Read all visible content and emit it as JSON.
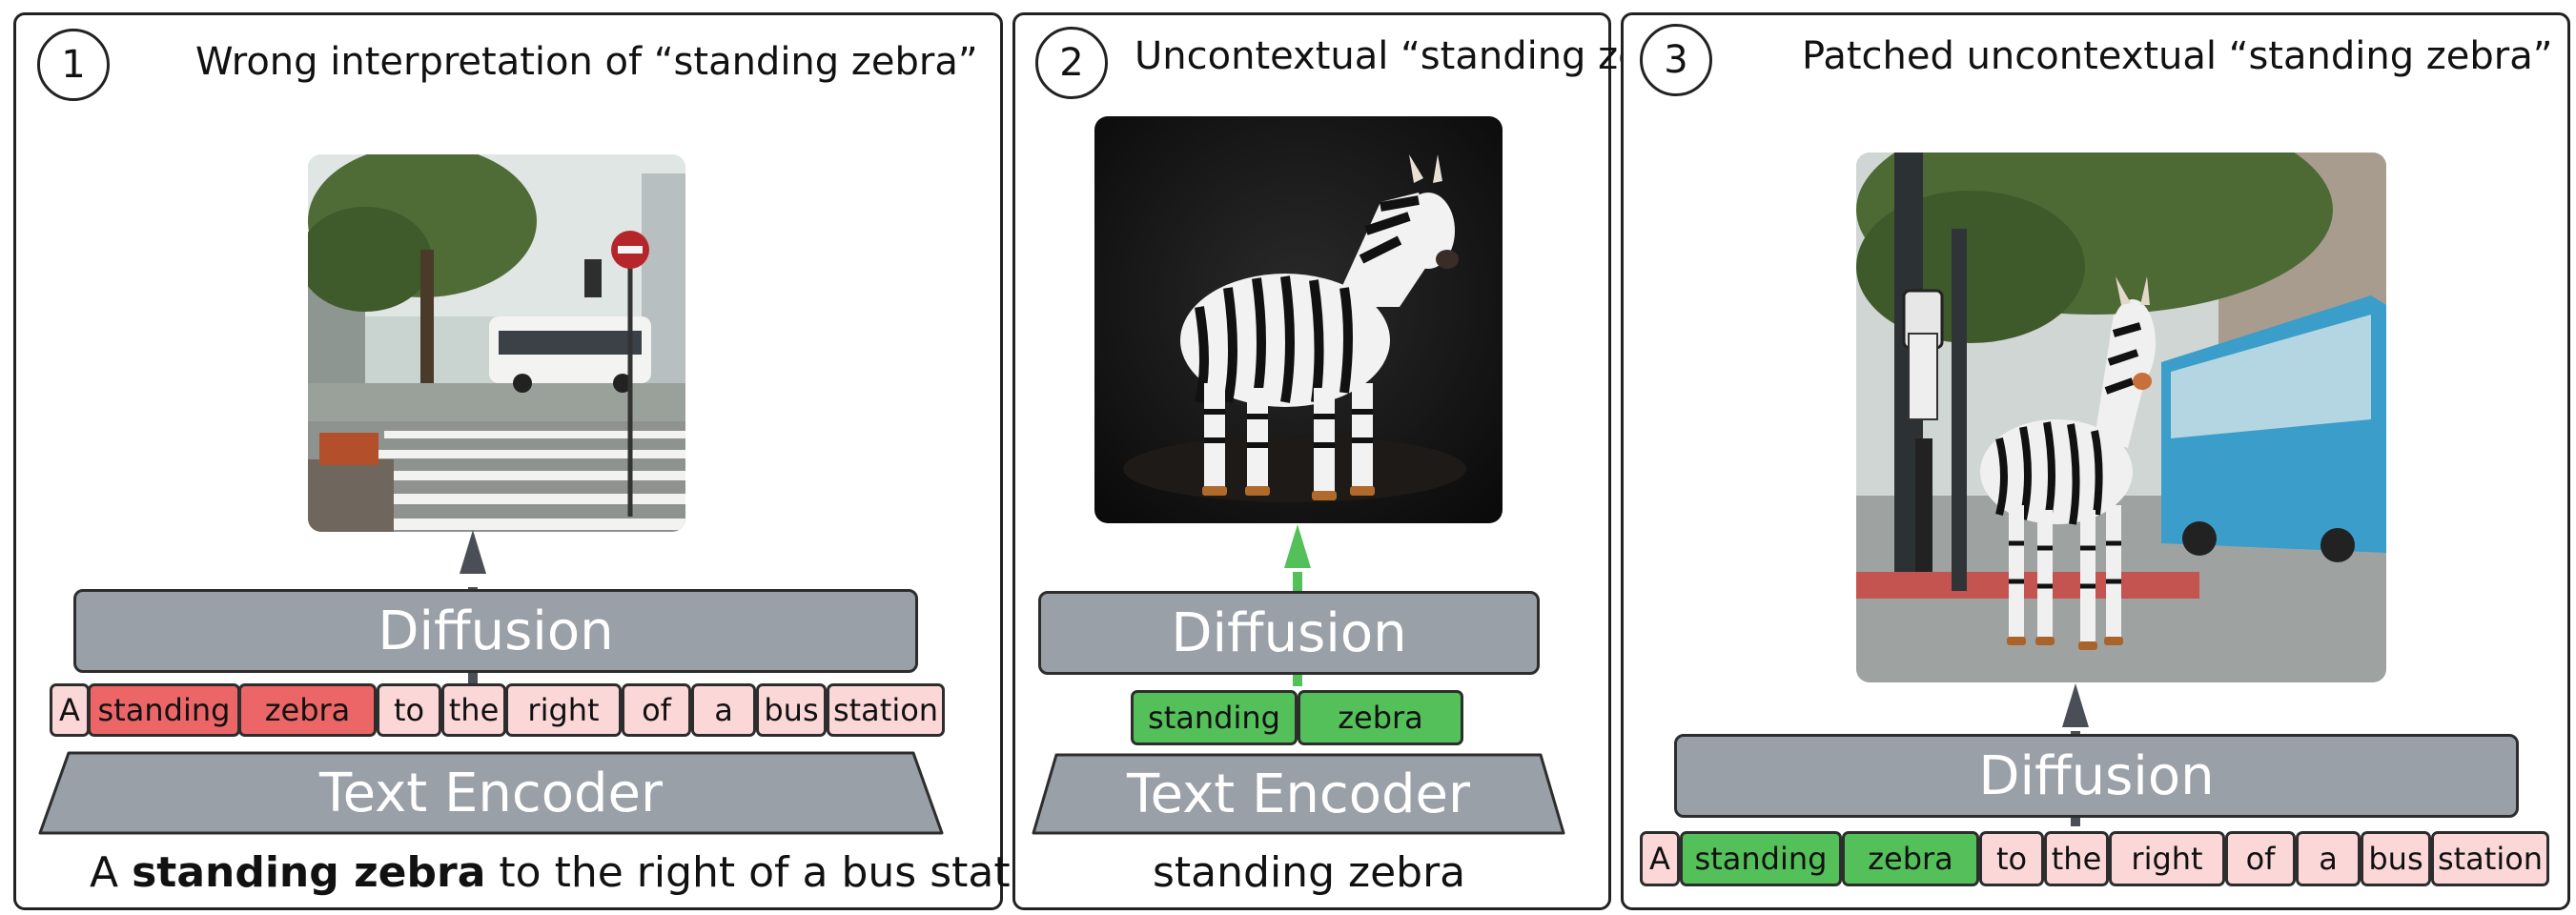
{
  "panels": [
    {
      "number": "1",
      "title": "Wrong interpretation of “standing zebra”",
      "diffusion_label": "Diffusion",
      "encoder_label": "Text Encoder",
      "tokens": [
        "A",
        "standing",
        "zebra",
        "to",
        "the",
        "right",
        "of",
        "a",
        "bus",
        "station"
      ],
      "highlighted_tokens": [
        "standing",
        "zebra"
      ],
      "highlight_color": "#ec6668",
      "prompt_pre": "A",
      "prompt_bold": "standing zebra",
      "prompt_post": "to the right of a bus station",
      "arrow_color": "#4a4e57"
    },
    {
      "number": "2",
      "title": "Uncontextual “standing zebra”",
      "diffusion_label": "Diffusion",
      "encoder_label": "Text Encoder",
      "tokens": [
        "standing",
        "zebra"
      ],
      "highlight_color": "#54c05a",
      "prompt": "standing zebra",
      "arrow_color": "#54c05a"
    },
    {
      "number": "3",
      "title": "Patched uncontextual “standing zebra”",
      "diffusion_label": "Diffusion",
      "tokens": [
        "A",
        "standing",
        "zebra",
        "to",
        "the",
        "right",
        "of",
        "a",
        "bus",
        "station"
      ],
      "highlighted_tokens": [
        "standing",
        "zebra"
      ],
      "highlight_color": "#54c05a",
      "arrow_color": "#4a4e57"
    }
  ],
  "colors": {
    "block_fill": "#9aa0a8",
    "token_fill": "#fbd7d8",
    "red_token": "#ec6668",
    "green_token": "#54c05a",
    "border": "#2d2d2d"
  }
}
